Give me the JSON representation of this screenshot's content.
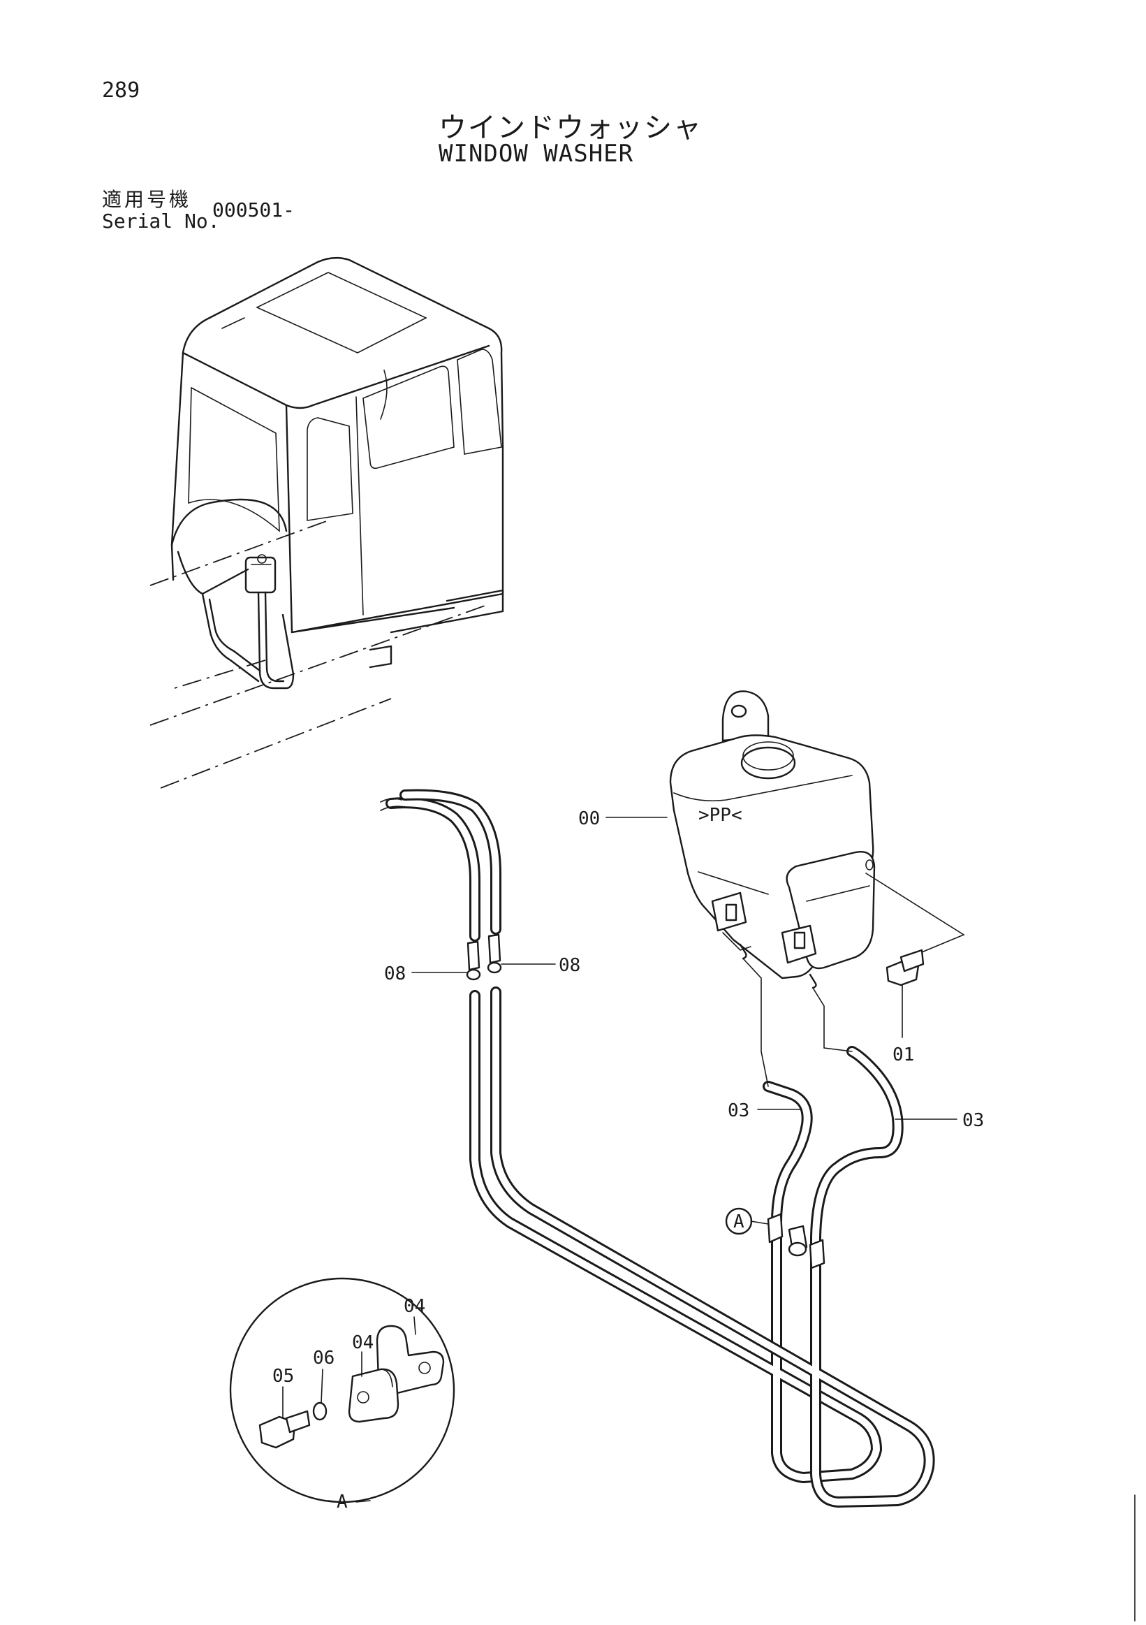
{
  "page": {
    "number": "289",
    "title_jp": "ウインドウォッシャ",
    "title_en": "WINDOW WASHER",
    "serial_label_jp": "適用号機",
    "serial_label_en": "Serial No.",
    "serial_value": "000501-"
  },
  "callouts": {
    "tank": "00",
    "bolt": "01",
    "hose_left": "03",
    "hose_right": "03",
    "joint_left": "08",
    "joint_right": "08",
    "clamp_upper": "04",
    "clamp_lower": "04",
    "bolt_small": "05",
    "washer": "06",
    "detail_ref": "A",
    "detail_label": "A"
  },
  "tank_marking": ">PP<"
}
